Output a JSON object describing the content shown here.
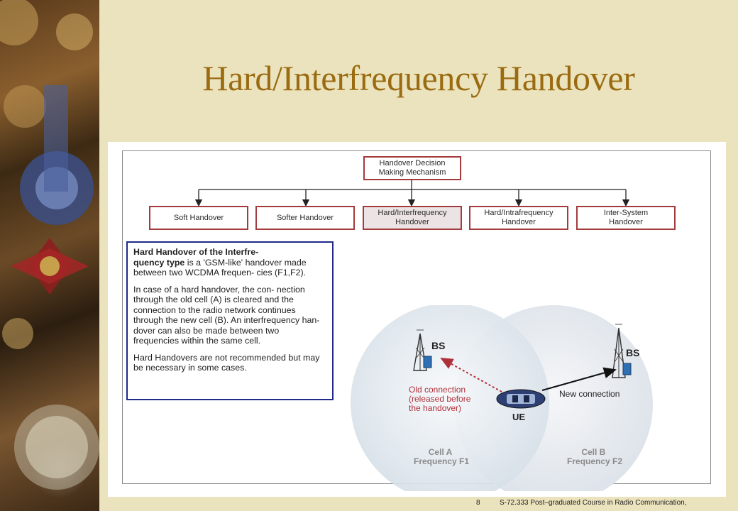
{
  "slide": {
    "title": "Hard/Interfrequency Handover",
    "number": "8",
    "footer": "S-72.333 Post–graduated Course in Radio Communication,"
  },
  "diagram": {
    "decision": "Handover Decision\nMaking Mechanism",
    "handover_types": [
      "Soft Handover",
      "Softer Handover",
      "Hard/Interfrequency\nHandover",
      "Hard/Intrafrequency\nHandover",
      "Inter-System\nHandover"
    ],
    "info": {
      "p1_bold": "Hard Handover of the Interfre-\nquency type",
      "p1_rest": " is a 'GSM-like' handover made between two WCDMA frequen- cies (F1,F2).",
      "p2": "In case of a hard handover, the con- nection through the old cell (A) is cleared and the connection to the radio network continues through the new cell (B). An interfrequency han- dover can also be made between two frequencies within the same cell.",
      "p3": "Hard Handovers are not recommended but may be necessary in some cases."
    },
    "bs_label": "BS",
    "ue_label": "UE",
    "old_connection": [
      "Old connection",
      "(released before",
      "the handover)"
    ],
    "new_connection": "New connection",
    "cell_a": [
      "Cell A",
      "Frequency F1"
    ],
    "cell_b": [
      "Cell B",
      "Frequency F2"
    ],
    "colors": {
      "title": "#9a6b11",
      "box_border": "#a33a3c",
      "info_border": "#1f2a8a",
      "old_connection": "#b0303a",
      "cell_text": "#8a8a8a"
    }
  }
}
